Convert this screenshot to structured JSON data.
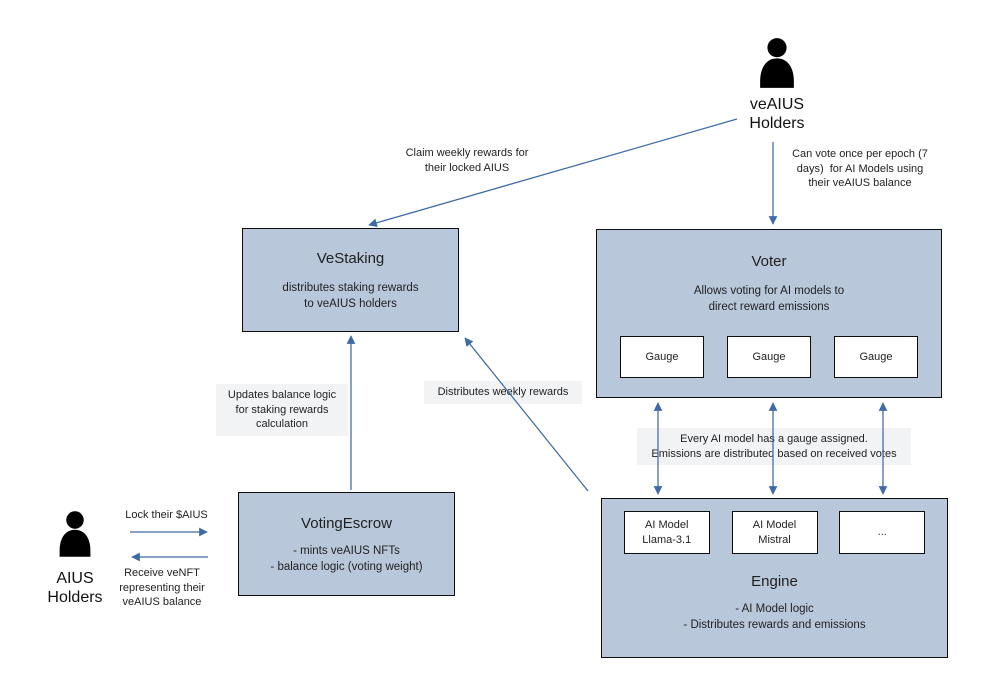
{
  "diagram": {
    "actors": {
      "veaius_holders": "veAIUS\nHolders",
      "aius_holders": "AIUS\nHolders"
    },
    "nodes": {
      "vestaking": {
        "title": "VeStaking",
        "desc": "distributes staking rewards\nto veAIUS holders"
      },
      "voter": {
        "title": "Voter",
        "desc": "Allows voting for AI models to\ndirect reward emissions",
        "gauges": [
          "Gauge",
          "Gauge",
          "Gauge"
        ]
      },
      "votingescrow": {
        "title": "VotingEscrow",
        "desc": "- mints veAIUS NFTs\n- balance logic (voting weight)"
      },
      "engine": {
        "title": "Engine",
        "desc": "- AI Model logic\n- Distributes rewards and emissions",
        "models": [
          "AI Model\nLlama-3.1",
          "AI Model\nMistral",
          "..."
        ]
      }
    },
    "edge_labels": {
      "claim": "Claim weekly rewards for\ntheir locked AIUS",
      "vote": "Can vote once per epoch (7\ndays)  for AI Models using\ntheir veAIUS balance",
      "updates": "Updates balance logic\nfor staking rewards\ncalculation",
      "distributes": "Distributes weekly rewards",
      "gauge_assignment": "Every AI model has a gauge assigned.\nEmissions are distributed based on received votes",
      "lock": "Lock their $AIUS",
      "receive": "Receive veNFT\nrepresenting their\nveAIUS balance"
    },
    "colors": {
      "node_fill": "#b9c7da",
      "node_border": "#0e0e0e",
      "inner_box_fill": "#ffffff",
      "arrow": "#3e6ba8",
      "label_bg": "#f2f3f4",
      "text": "#1f1f1f",
      "background": "#ffffff"
    }
  }
}
